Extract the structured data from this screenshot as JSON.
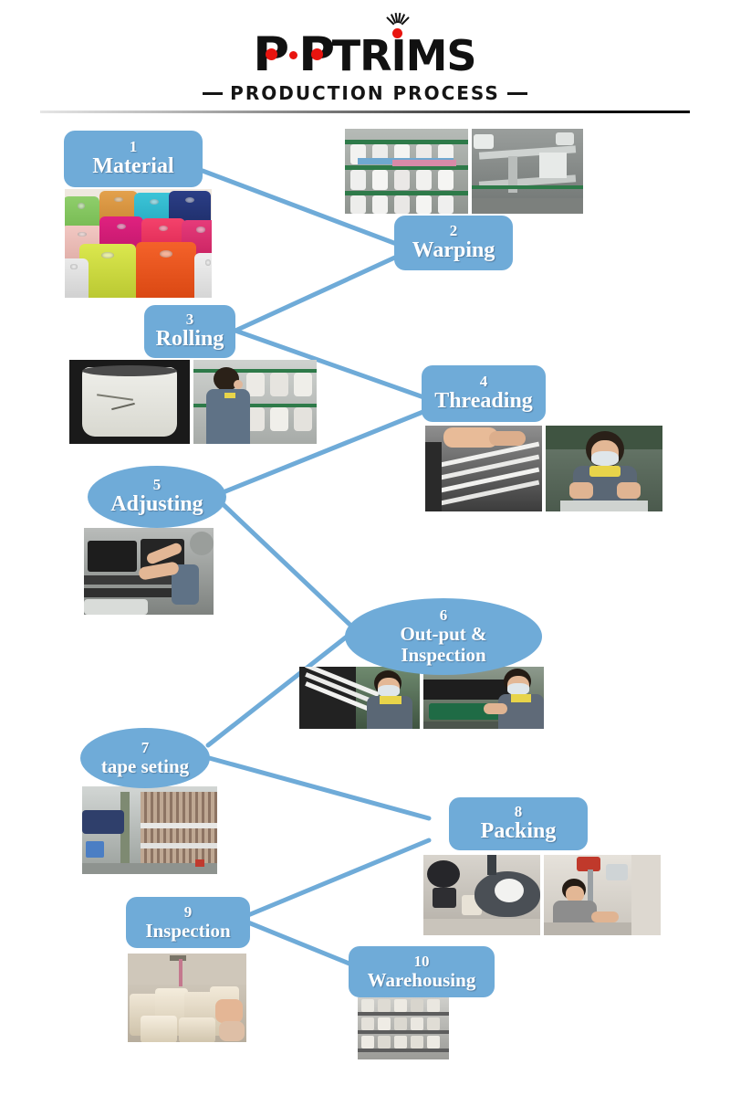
{
  "header": {
    "logo": {
      "p1": "P",
      "dot_separator": "dot-red",
      "p2": "P",
      "wordmark": "TRIMS",
      "sparkle_icon": "sparkle-icon",
      "dot_color": "#e8140f",
      "text_color": "#111111"
    },
    "subtitle": "PRODUCTION PROCESS",
    "divider": "gradient-rule"
  },
  "theme": {
    "node_fill": "#6fabd8",
    "node_text": "#ffffff",
    "connector": "#6fabd8"
  },
  "flow": {
    "steps": [
      {
        "num": "1",
        "label": "Material",
        "shape": "rect",
        "photos": 1
      },
      {
        "num": "2",
        "label": "Warping",
        "shape": "rect",
        "photos": 2
      },
      {
        "num": "3",
        "label": "Rolling",
        "shape": "rect",
        "photos": 2
      },
      {
        "num": "4",
        "label": "Threading",
        "shape": "rect",
        "photos": 2
      },
      {
        "num": "5",
        "label": "Adjusting",
        "shape": "ellipse",
        "photos": 1
      },
      {
        "num": "6",
        "label": "Out-put &",
        "label2": "Inspection",
        "shape": "ellipse",
        "photos": 2
      },
      {
        "num": "7",
        "label": "tape seting",
        "shape": "ellipse",
        "photos": 1
      },
      {
        "num": "8",
        "label": "Packing",
        "shape": "rect",
        "photos": 2
      },
      {
        "num": "9",
        "label": "Inspection",
        "shape": "rect",
        "photos": 1
      },
      {
        "num": "10",
        "label": "Warehousing",
        "shape": "rect",
        "photos": 1
      }
    ]
  }
}
